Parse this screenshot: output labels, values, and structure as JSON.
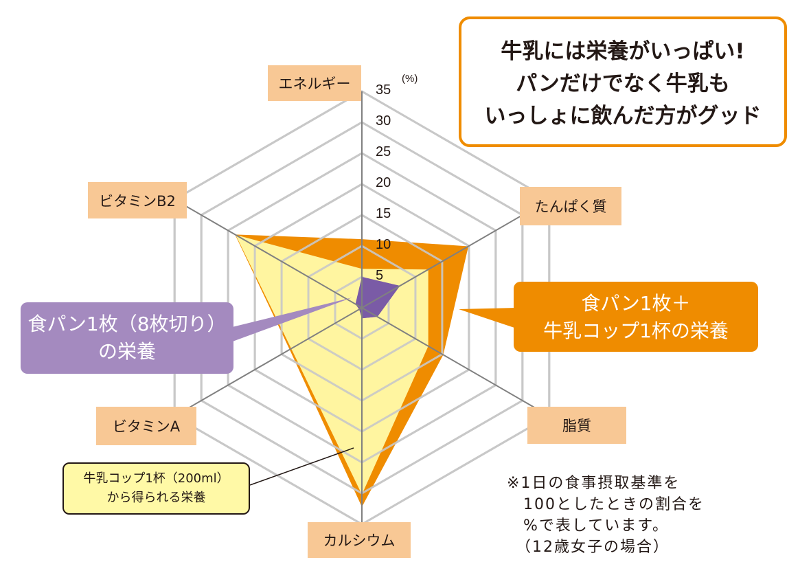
{
  "chart_data": {
    "type": "radar",
    "title": "牛乳には栄養がいっぱい!",
    "unit": "(%)",
    "axes": [
      "エネルギー",
      "たんぱく質",
      "脂質",
      "カルシウム",
      "ビタミンA",
      "ビタミンB2"
    ],
    "ticks": [
      5,
      10,
      15,
      20,
      25,
      30,
      35
    ],
    "rlim": [
      0,
      35
    ],
    "series": [
      {
        "name": "食パン1枚＋牛乳コップ1杯の栄養",
        "color": "#ef8c00",
        "values": [
          11.1,
          19.9,
          15.2,
          32.2,
          13.5,
          23.7
        ]
      },
      {
        "name": "牛乳コップ1杯（200ml）から得られる栄養",
        "color": "#fff5a0",
        "values": [
          6.3,
          12.4,
          12.4,
          30.2,
          13.2,
          23.6
        ]
      },
      {
        "name": "食パン1枚（8枚切り）の栄養",
        "color": "#7a5ba6",
        "values": [
          5.0,
          7.1,
          2.9,
          1.7,
          0.5,
          1.2
        ]
      }
    ]
  },
  "message": {
    "lines": [
      "牛乳には栄養がいっぱい!",
      "パンだけでなく牛乳も",
      "いっしょに飲んだ方がグッド"
    ]
  },
  "callouts": {
    "total": [
      "食パン1枚＋",
      "牛乳コップ1杯の栄養"
    ],
    "bread": [
      "食パン1枚（8枚切り）",
      "の栄養"
    ],
    "milk": [
      "牛乳コップ1杯（200ml）",
      "から得られる栄養"
    ]
  },
  "note": "※1日の食事摂取基準を\n　100としたときの割合を\n　%で表しています。\n　（12歳女子の場合）"
}
